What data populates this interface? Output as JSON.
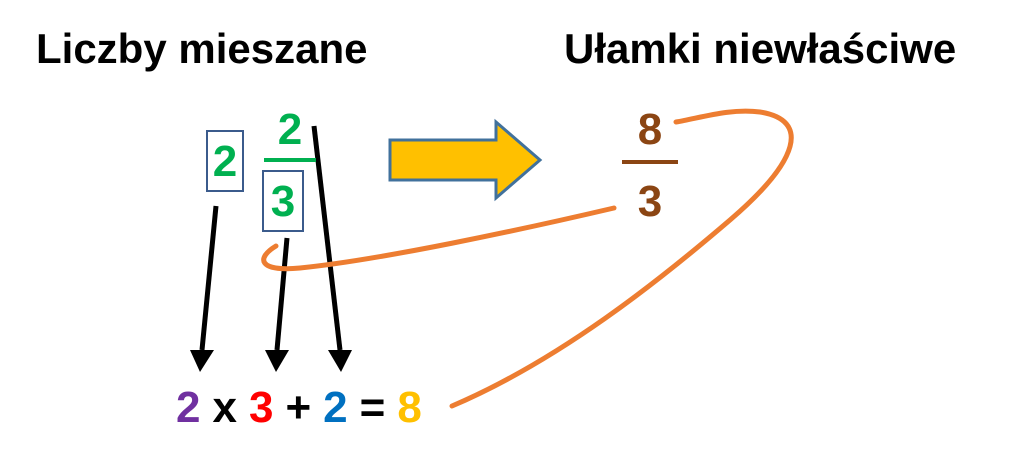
{
  "headings": {
    "mixed": "Liczby mieszane",
    "improper": "Ułamki niewłaściwe"
  },
  "mixed_number": {
    "whole": "2",
    "numerator": "2",
    "denominator": "3"
  },
  "improper_fraction": {
    "numerator": "8",
    "denominator": "3"
  },
  "equation": {
    "a": "2",
    "times": "x",
    "b": "3",
    "plus": "+",
    "c": "2",
    "equals": "=",
    "result": "8"
  },
  "colors": {
    "mixed_digits": "#00b050",
    "improper_digits": "#8b4513",
    "box_border": "#3b5b8c",
    "arrow_fill": "#ffc000",
    "arrow_stroke": "#41719c",
    "curve": "#ed7d31",
    "eq_a": "#7030a0",
    "eq_b": "#ff0000",
    "eq_c": "#0070c0",
    "eq_result": "#ffc000"
  }
}
